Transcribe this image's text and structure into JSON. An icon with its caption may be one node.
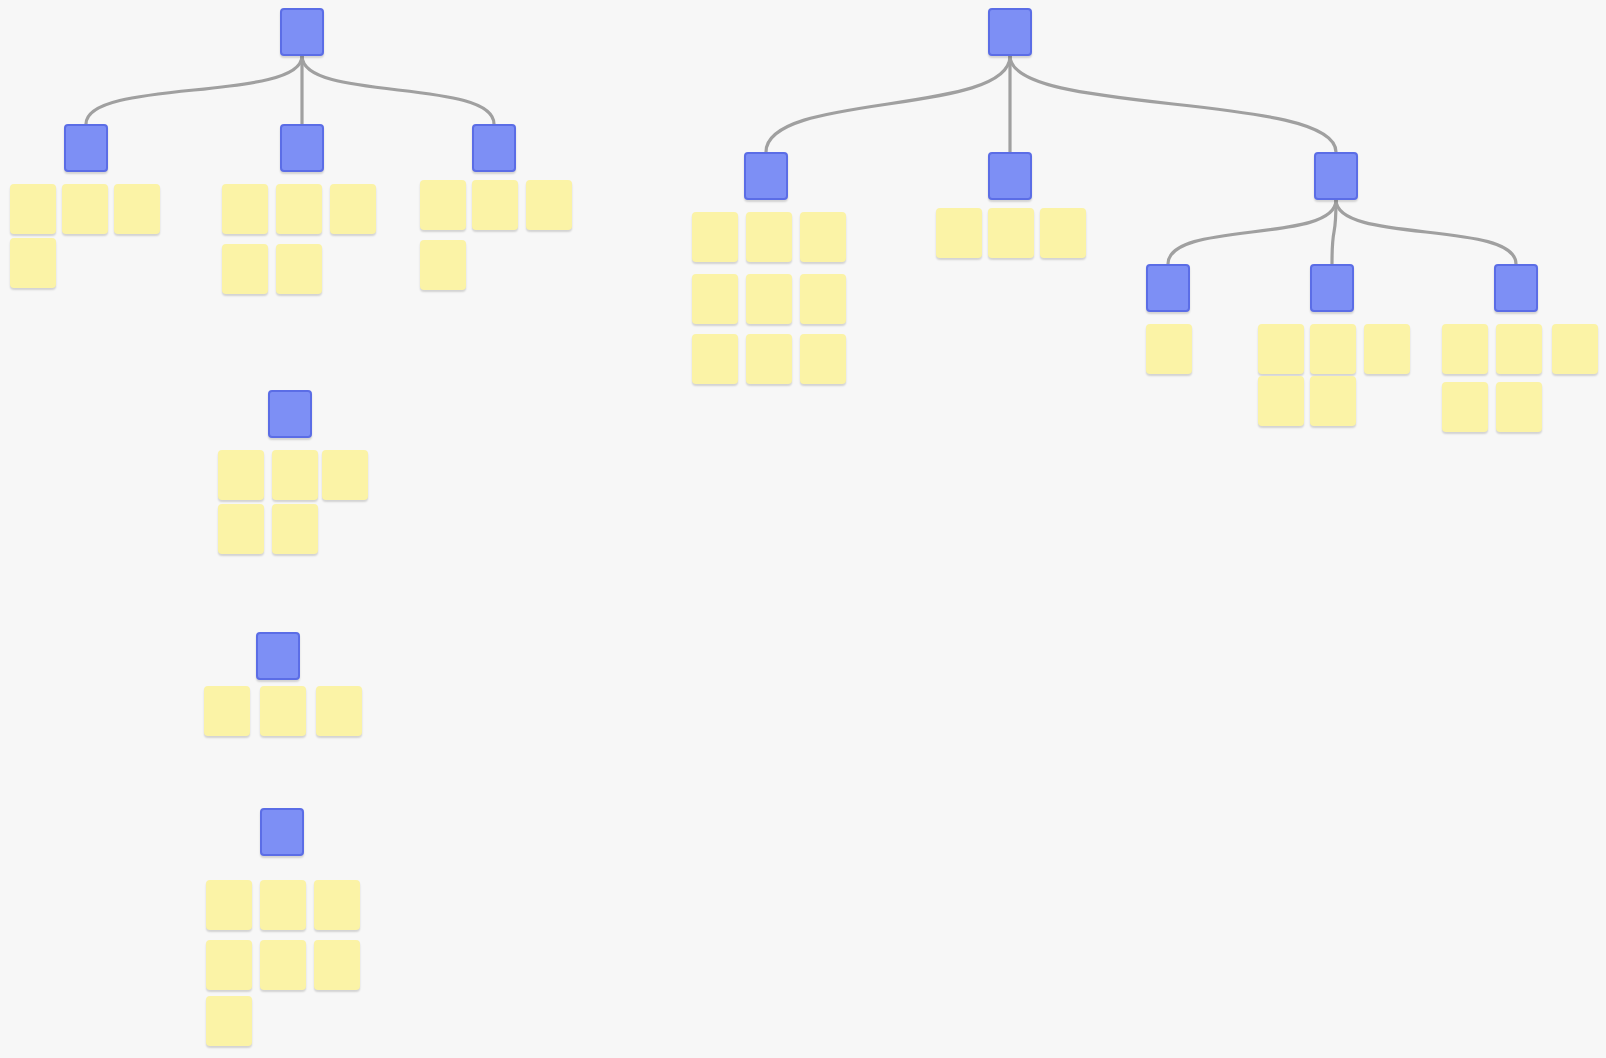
{
  "diagram": {
    "nodes": [
      {
        "text": [],
        "shape": "box"
      },
      {
        "text": [],
        "shape": "box"
      },
      {
        "text": [],
        "shape": "box"
      },
      {
        "text": [],
        "shape": "box"
      },
      {
        "text": [],
        "shape": "box"
      },
      {
        "text": [],
        "shape": "box"
      },
      {
        "text": [],
        "shape": "box"
      },
      {
        "text": [],
        "shape": "box"
      },
      {
        "text": [],
        "shape": "box"
      },
      {
        "text": [],
        "shape": "box"
      },
      {
        "text": [],
        "shape": "box"
      },
      {
        "text": [],
        "shape": "box"
      },
      {
        "text": [],
        "shape": "box"
      },
      {
        "text": [],
        "shape": "box"
      },
      {
        "text": [],
        "shape": "box"
      },
      {
        "text": [],
        "shape": "box"
      },
      {
        "text": [],
        "shape": "box"
      },
      {
        "text": [],
        "shape": "box"
      },
      {
        "text": [],
        "shape": "box"
      },
      {
        "text": [],
        "shape": "box"
      },
      {
        "text": [],
        "shape": "box"
      },
      {
        "text": [],
        "shape": "box"
      },
      {
        "text": [],
        "shape": "box"
      },
      {
        "text": [],
        "shape": "box"
      },
      {
        "text": [],
        "shape": "box"
      },
      {
        "text": [],
        "shape": "box"
      },
      {
        "text": [],
        "shape": "box"
      },
      {
        "text": [],
        "shape": "box"
      },
      {
        "text": [],
        "shape": "box"
      },
      {
        "text": [],
        "shape": "box"
      },
      {
        "text": [],
        "shape": "box"
      },
      {
        "text": [],
        "shape": "box"
      },
      {
        "text": [],
        "shape": "box"
      },
      {
        "text": [],
        "shape": "box"
      },
      {
        "text": [],
        "shape": "box"
      },
      {
        "text": [],
        "shape": "box"
      },
      {
        "text": [],
        "shape": "box"
      },
      {
        "text": [],
        "shape": "box"
      },
      {
        "text": [],
        "shape": "box"
      },
      {
        "text": [],
        "shape": "box"
      },
      {
        "text": [],
        "shape": "box"
      },
      {
        "text": [],
        "shape": "box"
      },
      {
        "text": [],
        "shape": "box"
      },
      {
        "text": [],
        "shape": "box"
      },
      {
        "text": [],
        "shape": "box"
      },
      {
        "text": [],
        "shape": "box"
      },
      {
        "text": [],
        "shape": "box"
      },
      {
        "text": [],
        "shape": "box"
      },
      {
        "text": [],
        "shape": "box"
      },
      {
        "text": [],
        "shape": "box"
      },
      {
        "text": [],
        "shape": "box"
      },
      {
        "text": [],
        "shape": "box"
      },
      {
        "text": [],
        "shape": "box"
      },
      {
        "text": [],
        "shape": "box"
      },
      {
        "text": [],
        "shape": "box"
      },
      {
        "text": [],
        "shape": "box"
      },
      {
        "text": [],
        "shape": "box"
      },
      {
        "text": [],
        "shape": "box"
      },
      {
        "text": [],
        "shape": "box"
      },
      {
        "text": [],
        "shape": "box"
      },
      {
        "text": [],
        "shape": "box"
      },
      {
        "text": [],
        "shape": "box"
      },
      {
        "text": [],
        "shape": "box"
      },
      {
        "text": [],
        "shape": "box"
      },
      {
        "text": [],
        "shape": "box"
      }
    ],
    "edges": [
      {
        "from": 0,
        "to": 1,
        "arrow": "none"
      },
      {
        "from": 0,
        "to": 2,
        "arrow": "none"
      },
      {
        "from": 0,
        "to": 3,
        "arrow": "none"
      },
      {
        "from": 35,
        "to": 36,
        "arrow": "none"
      },
      {
        "from": 35,
        "to": 37,
        "arrow": "none"
      },
      {
        "from": 35,
        "to": 38,
        "arrow": "none"
      },
      {
        "from": 38,
        "to": 51,
        "arrow": "none"
      },
      {
        "from": 38,
        "to": 52,
        "arrow": "none"
      },
      {
        "from": 38,
        "to": 53,
        "arrow": "none"
      }
    ]
  }
}
